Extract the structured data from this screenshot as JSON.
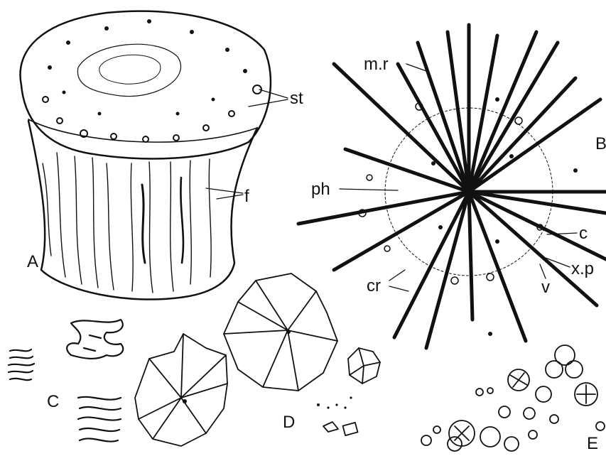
{
  "figure": {
    "panels": {
      "A": {
        "label": "A",
        "annotations": {
          "st": "st",
          "f": "f"
        }
      },
      "B": {
        "label": "B",
        "annotations": {
          "mr": "m.r",
          "ph": "ph",
          "c": "c",
          "xp": "x.p",
          "cr": "cr",
          "v": "v"
        }
      },
      "C": {
        "label": "C"
      },
      "D": {
        "label": "D"
      },
      "E": {
        "label": "E"
      }
    },
    "colors": {
      "ink": "#111111",
      "paper": "#ffffff"
    }
  }
}
